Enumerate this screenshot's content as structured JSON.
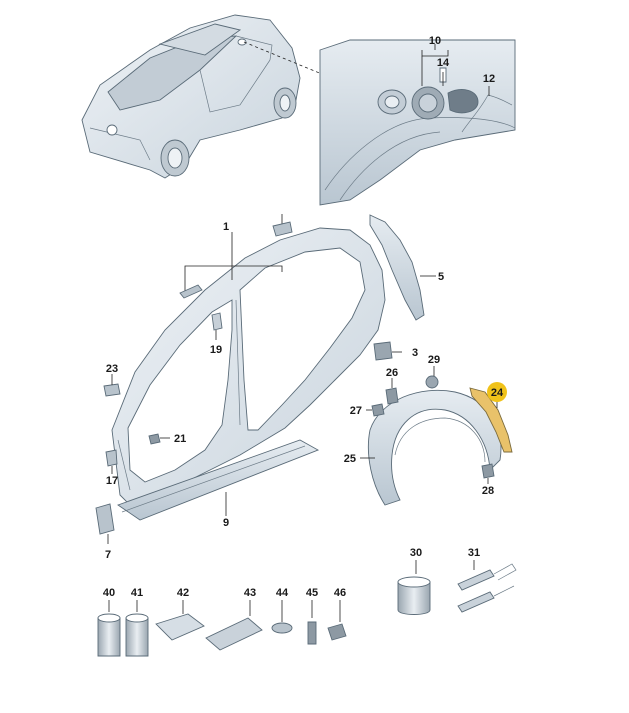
{
  "labels": {
    "p1": "1",
    "p3": "3",
    "p5": "5",
    "p7": "7",
    "p9": "9",
    "p10": "10",
    "p12": "12",
    "p14": "14",
    "p17": "17",
    "p19": "19",
    "p21": "21",
    "p23": "23",
    "p24": "24",
    "p25": "25",
    "p26": "26",
    "p27": "27",
    "p28": "28",
    "p29": "29",
    "p30": "30",
    "p31": "31",
    "p40": "40",
    "p41": "41",
    "p42": "42",
    "p43": "43",
    "p44": "44",
    "p45": "45",
    "p46": "46"
  },
  "colors": {
    "part_fill": "#dde5ec",
    "part_stroke": "#5a6b78",
    "highlight_part": "#e9c26a",
    "highlight_badge": "#f0c21a"
  },
  "highlighted_part": "24"
}
